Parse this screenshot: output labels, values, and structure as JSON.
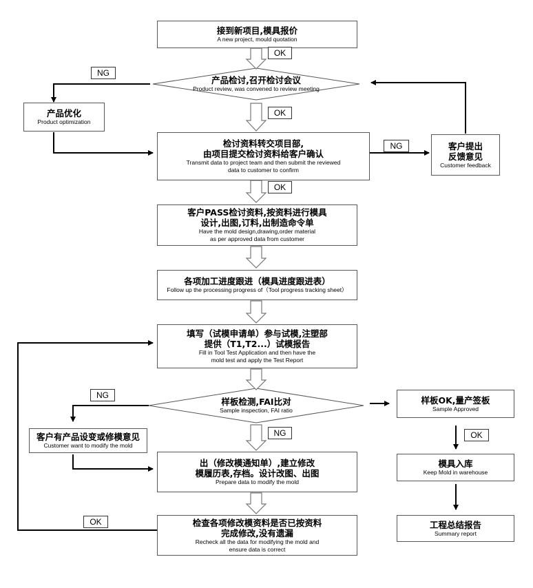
{
  "nodes": {
    "start": {
      "cn": "接到新项目,模具报价",
      "en": "A new project, mould quotation"
    },
    "review": {
      "cn": "产品检讨,召开检讨会议",
      "en": "Product review, was convened to review meeting"
    },
    "optimize": {
      "cn": "产品优化",
      "en": "Product optimization"
    },
    "transmit": {
      "cn1": "检讨资料转交项目部,",
      "cn2": "由项目提交检讨资料给客户确认",
      "en1": "Transmit data to project team and then submit the reviewed",
      "en2": "data to customer to confirm"
    },
    "feedback": {
      "cn1": "客户提出",
      "cn2": "反馈意见",
      "en": "Customer feedback"
    },
    "design": {
      "cn1": "客户PASS检讨资料,按资料进行模具",
      "cn2": "设计,出图,订料,出制造命令单",
      "en1": "Have the mold design,drawing,order material",
      "en2": "as per approved data from customer"
    },
    "followup": {
      "cn": "各项加工进度跟进（模具进度跟进表）",
      "en": "Follow up the processing progress of（Tool progress tracking sheet）"
    },
    "trial": {
      "cn1": "填写（试模申请单）参与试模,注塑部",
      "cn2": "提供（T1,T2...）试模报告",
      "en1": "Fill in Tool Test Application and then have the",
      "en2": "mold test and apply the Test Report"
    },
    "inspect": {
      "cn": "样板检测,FAI比对",
      "en": "Sample inspection, FAI ratio"
    },
    "approved": {
      "cn": "样板OK,量产签板",
      "en": "Sample Approved"
    },
    "modify_req": {
      "cn": "客户有产品设变或修模意见",
      "en": "Customer want to modify the mold"
    },
    "prepare": {
      "cn1": "出（修改模通知单）,建立修改",
      "cn2": "模履历表,存档。设计改图、出图",
      "en": "Prepare data  to modify the mold"
    },
    "warehouse": {
      "cn": "模具入库",
      "en": "Keep Mold in warehouse"
    },
    "recheck": {
      "cn1": "检查各项修改模资料是否已按资料",
      "cn2": "完成修改,没有遗漏",
      "en1": "Recheck all the data for modifying the mold and",
      "en2": "ensure data is correct"
    },
    "summary": {
      "cn": "工程总结报告",
      "en": "Summary report"
    }
  },
  "labels": {
    "ok1": "OK",
    "ng1": "NG",
    "ok2": "OK",
    "ng2": "NG",
    "ok3": "OK",
    "ng3": "NG",
    "ng4": "NG",
    "ok4": "OK",
    "ok5": "OK"
  },
  "colors": {
    "line": "#000000",
    "box_border": "#555555",
    "hollow_arrow": "#777777"
  }
}
